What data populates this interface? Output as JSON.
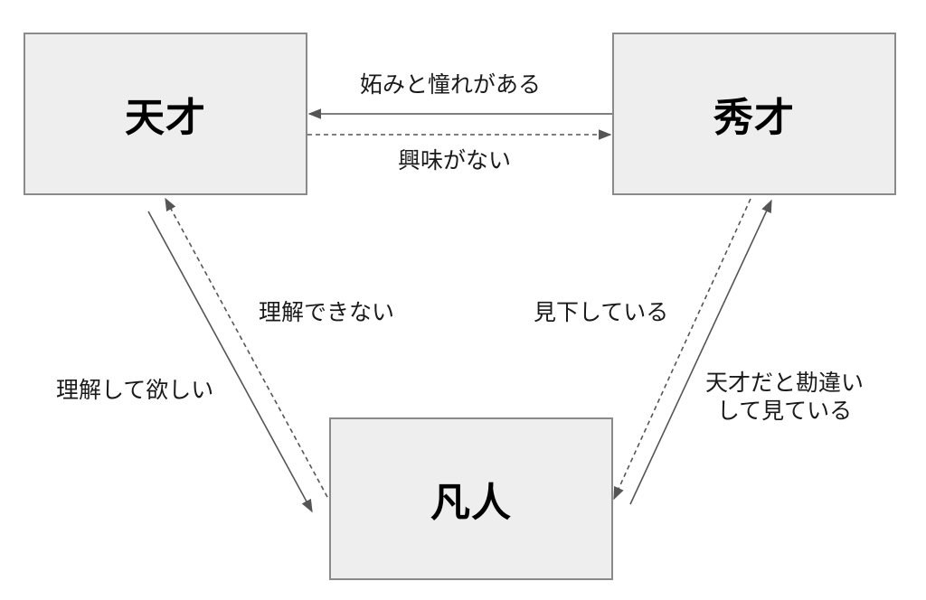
{
  "nodes": {
    "genius": "天才",
    "talent": "秀才",
    "ordinary": "凡人"
  },
  "edges": {
    "talent_to_genius": "妬みと憧れがある",
    "genius_to_talent": "興味がない",
    "ordinary_to_genius": "理解できない",
    "genius_to_ordinary": "理解して欲しい",
    "talent_to_ordinary": "見下している",
    "ordinary_to_talent_line1": "天才だと勘違い",
    "ordinary_to_talent_line2": "して見ている"
  },
  "colors": {
    "box_fill": "#eeeeee",
    "box_border": "#8a8a8a",
    "arrow": "#555555"
  }
}
